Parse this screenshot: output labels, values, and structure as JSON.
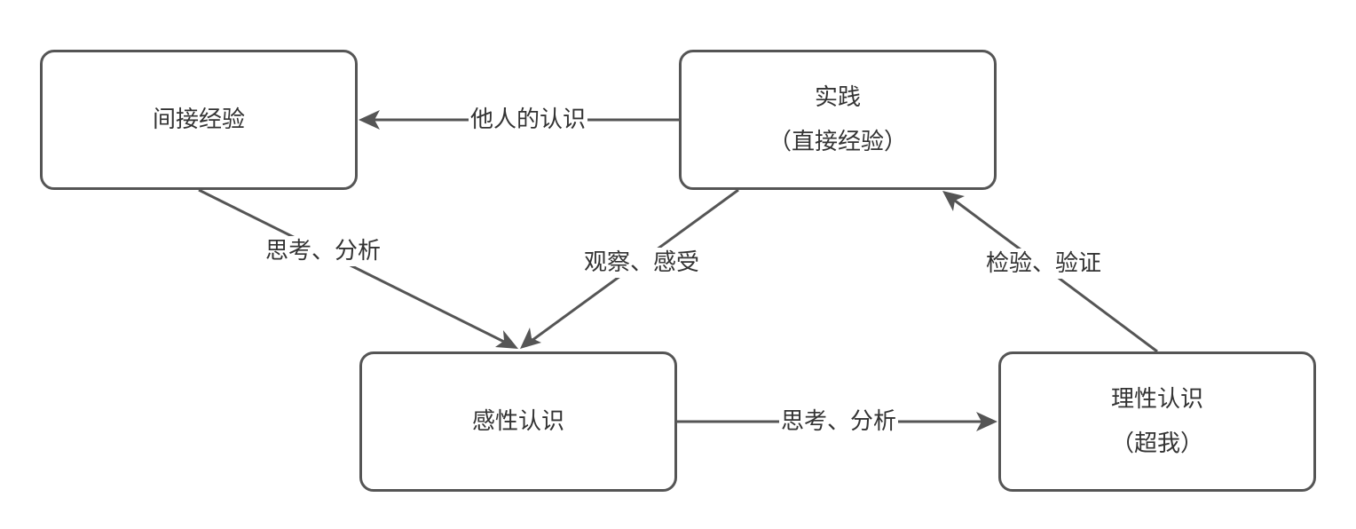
{
  "diagram": {
    "nodes": {
      "indirect": {
        "lines": [
          "间接经验"
        ]
      },
      "practice": {
        "lines": [
          "实践",
          "（直接经验）"
        ]
      },
      "perceptual": {
        "lines": [
          "感性认识"
        ]
      },
      "rational": {
        "lines": [
          "理性认识",
          "（超我）"
        ]
      }
    },
    "edges": {
      "practice_to_indirect": "他人的认识",
      "indirect_to_perceptual": "思考、分析",
      "practice_to_perceptual": "观察、感受",
      "perceptual_to_rational": "思考、分析",
      "rational_to_practice": "检验、验证"
    },
    "colors": {
      "stroke": "#555555",
      "text": "#333333",
      "background": "#ffffff"
    }
  }
}
